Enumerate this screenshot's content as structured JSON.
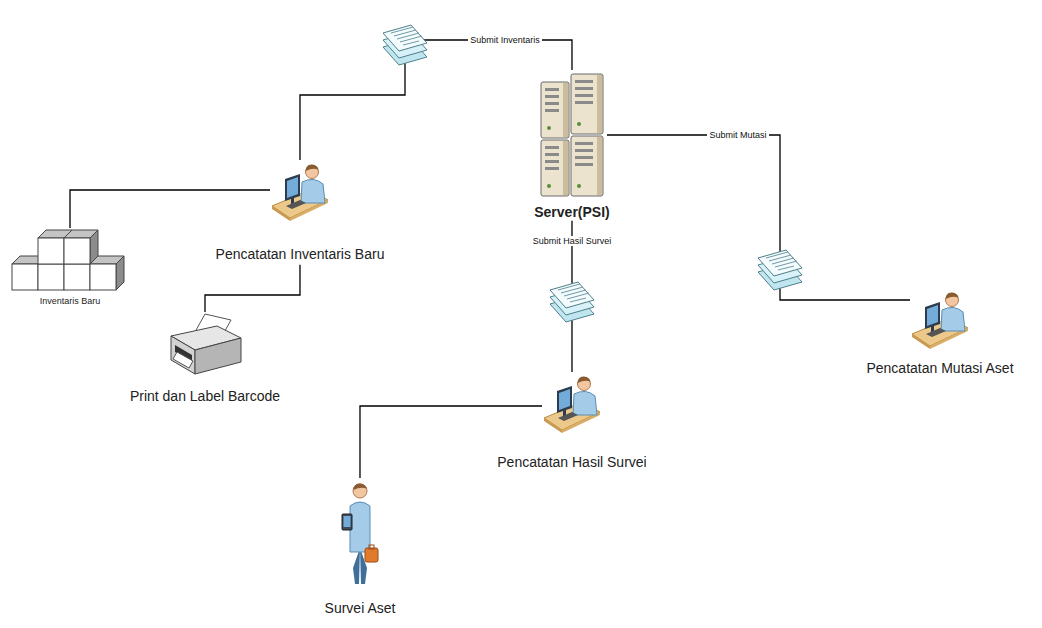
{
  "diagram": {
    "nodes": [
      {
        "text": [
          "Server(PSI)"
        ]
      },
      {
        "text": [
          "Pencatatan Inventaris Baru"
        ]
      },
      {
        "text": [
          "Inventaris Baru"
        ]
      },
      {
        "text": [
          "Print dan Label Barcode"
        ]
      },
      {
        "text": [
          "Pencatatan Mutasi Aset"
        ]
      },
      {
        "text": [
          "Pencatatan Hasil Survei"
        ]
      },
      {
        "text": [
          "Survei Aset"
        ]
      }
    ],
    "edges": [
      {
        "from": 1,
        "to": 0,
        "arrow": "none",
        "label": "Submit Inventaris"
      },
      {
        "from": 4,
        "to": 0,
        "arrow": "none",
        "label": "Submit Mutasi"
      },
      {
        "from": 5,
        "to": 0,
        "arrow": "none",
        "label": "Submit Hasil Survei"
      },
      {
        "from": 1,
        "to": 2,
        "arrow": "none"
      },
      {
        "from": 1,
        "to": 3,
        "arrow": "none"
      },
      {
        "from": 5,
        "to": 6,
        "arrow": "none"
      }
    ]
  }
}
